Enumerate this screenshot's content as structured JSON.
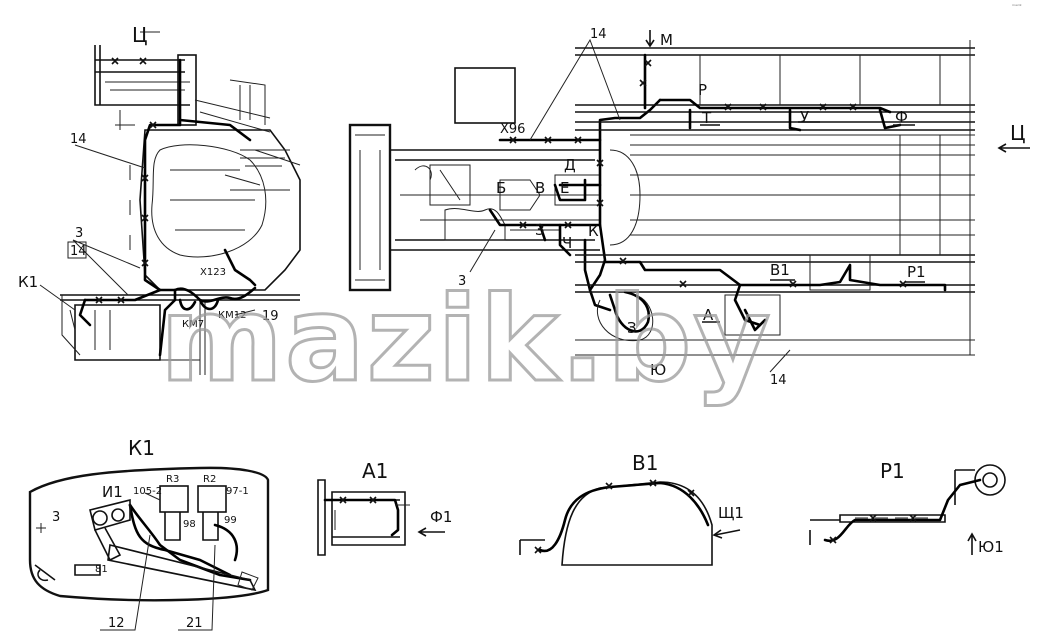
{
  "watermark": "mazik.by",
  "corner_logo": "ᵐᵃᶻⁱᵏ",
  "main_view": {
    "labels": {
      "ts": "Ц",
      "ts_arrow": "Ц",
      "m": "М",
      "p": "Р",
      "t": "Т",
      "u": "У",
      "f": "Ф",
      "x96": "Х96",
      "d": "Д",
      "b": "Б",
      "v": "В",
      "e": "Е",
      "z": "З",
      "ch": "Ч",
      "k": "К",
      "v1": "В1",
      "p1": "Р1",
      "a": "А",
      "z2": "З",
      "yu": "Ю",
      "n14_top": "14",
      "n14_left": "14",
      "n3_left": "3",
      "n14_box": "14",
      "k1": "К1",
      "x123": "Х123",
      "km7": "КМ7",
      "km12": "КМ12",
      "n19": "19",
      "n3_mid": "3",
      "n14_bottom": "14"
    }
  },
  "detail_k1": {
    "title": "К1",
    "labels": {
      "i1": "И1",
      "w105_2": "105-2",
      "r3": "R3",
      "r2": "R2",
      "w97_1": "97-1",
      "n3": "3",
      "w98": "98",
      "w99": "99",
      "w81": "81",
      "n12": "12",
      "n21": "21"
    }
  },
  "detail_a1": {
    "title": "А1",
    "labels": {
      "f1": "Ф1"
    }
  },
  "detail_v1": {
    "title": "В1",
    "labels": {
      "sch1": "Щ1"
    }
  },
  "detail_p1": {
    "title": "Р1",
    "labels": {
      "yu1": "Ю1"
    }
  }
}
